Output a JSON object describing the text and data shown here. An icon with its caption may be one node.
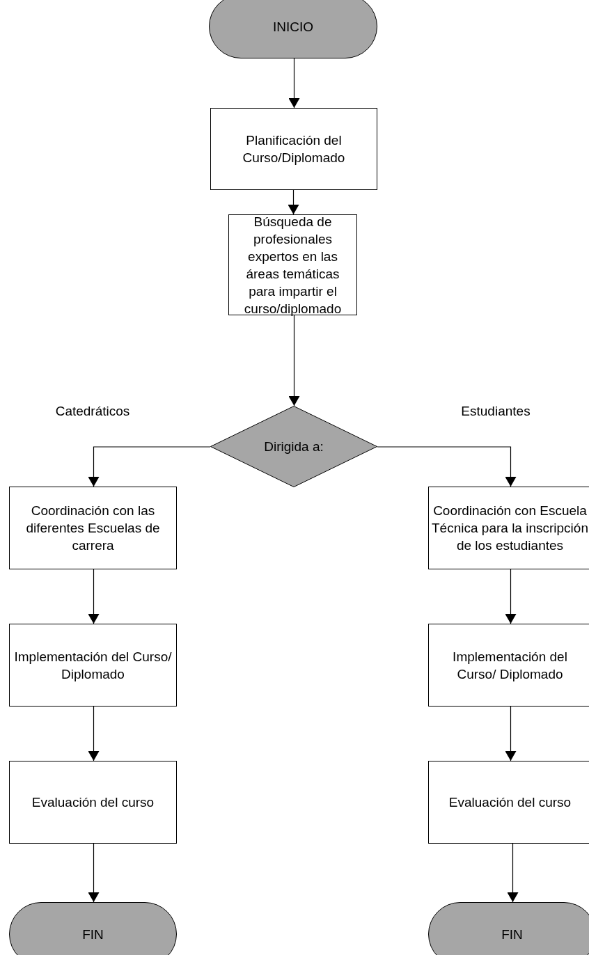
{
  "diagram": {
    "nodes": [
      {
        "text": [
          "INICIO"
        ]
      },
      {
        "text": [
          "Planificación del Curso/Diplomado"
        ]
      },
      {
        "text": [
          "Búsqueda de profesionales expertos en las áreas temáticas para impartir el curso/diplomado"
        ]
      },
      {
        "text": [
          "Dirigida a:"
        ]
      },
      {
        "text": [
          "Coordinación con las diferentes Escuelas de carrera"
        ]
      },
      {
        "text": [
          "Coordinación con Escuela Técnica para la inscripción de los estudiantes"
        ]
      },
      {
        "text": [
          "Implementación del Curso/ Diplomado"
        ]
      },
      {
        "text": [
          "Implementación del Curso/ Diplomado"
        ]
      },
      {
        "text": [
          "Evaluación del curso"
        ]
      },
      {
        "text": [
          "Evaluación del curso"
        ]
      },
      {
        "text": [
          "FIN"
        ]
      },
      {
        "text": [
          "FIN"
        ]
      }
    ],
    "edges": [
      {
        "from": 0,
        "to": 1,
        "arrow": "to"
      },
      {
        "from": 1,
        "to": 2,
        "arrow": "to"
      },
      {
        "from": 2,
        "to": 3,
        "arrow": "to"
      },
      {
        "from": 3,
        "to": 4,
        "arrow": "to",
        "label": "Catedráticos"
      },
      {
        "from": 3,
        "to": 5,
        "arrow": "to",
        "label": "Estudiantes"
      },
      {
        "from": 4,
        "to": 6,
        "arrow": "to"
      },
      {
        "from": 6,
        "to": 8,
        "arrow": "to"
      },
      {
        "from": 8,
        "to": 10,
        "arrow": "to"
      },
      {
        "from": 5,
        "to": 7,
        "arrow": "to"
      },
      {
        "from": 7,
        "to": 9,
        "arrow": "to"
      },
      {
        "from": 9,
        "to": 11,
        "arrow": "to"
      }
    ]
  }
}
